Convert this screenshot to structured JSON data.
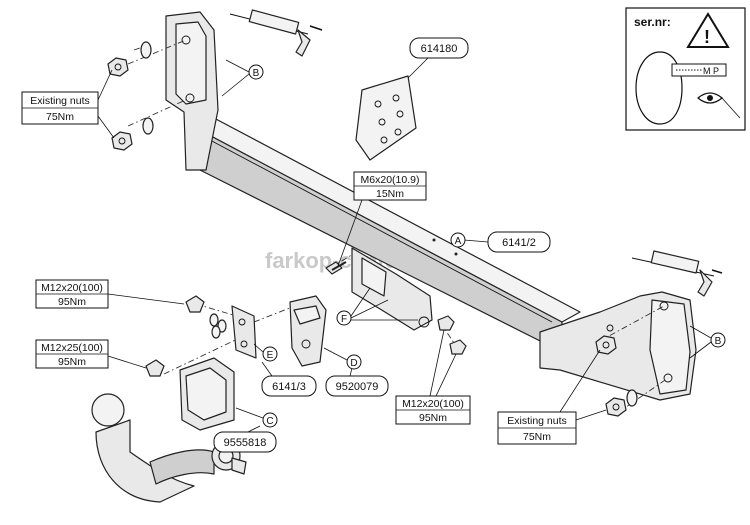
{
  "serial_panel": {
    "label": "ser.nr:",
    "warning_mark": "!",
    "plate_text": "M P",
    "icons": [
      "warning-triangle-icon",
      "eye-icon"
    ]
  },
  "kit_label": "614180",
  "watermark": "farkop-center.ru",
  "callouts": {
    "existing_nuts_left": {
      "title": "Existing nuts",
      "torque": "75Nm"
    },
    "existing_nuts_right": {
      "title": "Existing nuts",
      "torque": "75Nm"
    },
    "m6_bolt": {
      "title": "M6x20(10.9)",
      "torque": "15Nm"
    },
    "m12x20_left": {
      "title": "M12x20(100)",
      "torque": "95Nm"
    },
    "m12x25": {
      "title": "M12x25(100)",
      "torque": "95Nm"
    },
    "m12x20_right": {
      "title": "M12x20(100)",
      "torque": "95Nm"
    }
  },
  "part_numbers": {
    "main_bar": "6141/2",
    "bracket_e": "6141/3",
    "socket_plate_d": "9520079",
    "ball_c": "9555818"
  },
  "letters": {
    "a": "A",
    "b": "B",
    "c": "C",
    "d": "D",
    "e": "E",
    "f": "F"
  }
}
